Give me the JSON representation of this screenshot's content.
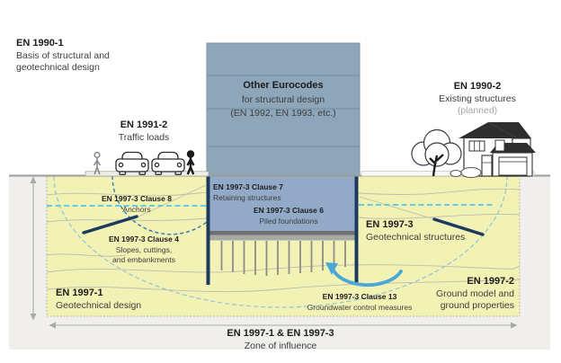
{
  "diagram_title_domain": "Eurocode structural and geotechnical design scope diagram",
  "labels": {
    "en1990_1": {
      "code": "EN 1990-1",
      "desc1": "Basis of structural and",
      "desc2": "geotechnical design"
    },
    "en1991_2": {
      "code": "EN 1991-2",
      "desc": "Traffic loads"
    },
    "other_eurocodes": {
      "title": "Other Eurocodes",
      "line2": "for structural design",
      "line3": "(EN 1992, EN 1993, etc.)"
    },
    "en1990_2": {
      "code": "EN 1990-2",
      "desc": "Existing structures",
      "note": "(planned)"
    },
    "clause7": {
      "code": "EN 1997-3 Clause 7",
      "desc": "Retaining structures"
    },
    "clause6": {
      "code": "EN 1997-3 Clause 6",
      "desc": "Piled foundations"
    },
    "clause8": {
      "code": "EN 1997-3 Clause 8",
      "desc": "Anchors"
    },
    "clause4": {
      "code": "EN 1997-3 Clause 4",
      "desc1": "Slopes, cuttings,",
      "desc2": "and embankments"
    },
    "en1997_3": {
      "code": "EN 1997-3",
      "desc": "Geotechnical structures"
    },
    "en1997_1": {
      "code": "EN 1997-1",
      "desc": "Geotechnical design"
    },
    "clause13": {
      "code": "EN 1997-3 Clause 13",
      "desc": "Groundwater control measures"
    },
    "en1997_2": {
      "code": "EN 1997-2",
      "desc1": "Ground model and",
      "desc2": "ground properties"
    },
    "zone": {
      "code": "EN 1997-1 & EN 1997-3",
      "desc": "Zone of influence"
    }
  },
  "colors": {
    "zone_fill": "#f2f2b5",
    "ground_band_fill": "#f0efec",
    "building_fill": "#8da6b9",
    "basement_fill": "#92aac7",
    "retaining_wall_navy": "#1c3a5e",
    "water_table_blue": "#55c3e8",
    "influence_arc_teal": "#8fc6d8",
    "influence_arc_navy_dashed": "#2e78b0",
    "groundwater_arrow_blue": "#49a8d8",
    "planned_text_gray": "#a6a6a6"
  }
}
